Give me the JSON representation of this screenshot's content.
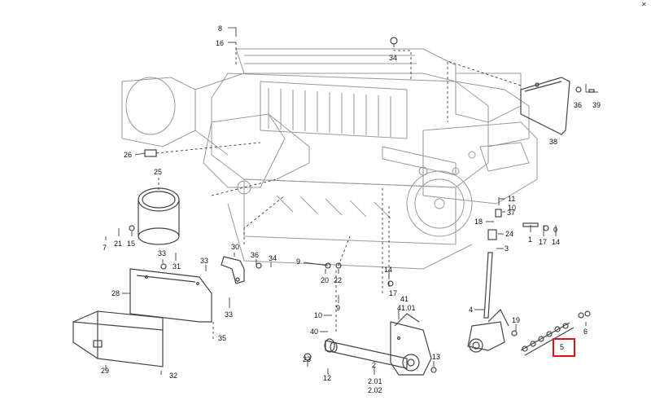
{
  "diagram": {
    "highlight_color": "#e0101a",
    "highlighted_callout": "5",
    "callouts": {
      "c8": "8",
      "c16": "16",
      "c34": "34",
      "c36": "36",
      "c39": "39",
      "c26": "26",
      "c38": "38",
      "c25": "25",
      "c11": "11",
      "c10a": "10",
      "c37": "37",
      "c18": "18",
      "c24": "24",
      "c1": "1",
      "c0": "0",
      "c17": "17",
      "c14a": "14",
      "c3": "3",
      "c7": "7",
      "c21": "21",
      "c15": "15",
      "c33a": "33",
      "c31": "31",
      "c30": "30",
      "c33b": "33",
      "c36b": "36",
      "c34b": "34",
      "c9a": "9",
      "c20": "20",
      "c22": "22",
      "c14b": "14",
      "c17b": "17",
      "c28": "28",
      "c33c": "33",
      "c10b": "10",
      "c9b": "9",
      "c41": "41",
      "c4101": "41.01",
      "c4": "4",
      "c19": "19",
      "c6": "6",
      "c5": "5",
      "c40": "40",
      "c35": "35",
      "c29": "29",
      "c23": "23",
      "c2": "2",
      "c201": "2.01",
      "c202": "2.02",
      "c12": "12",
      "c13": "13",
      "c32": "32"
    }
  }
}
